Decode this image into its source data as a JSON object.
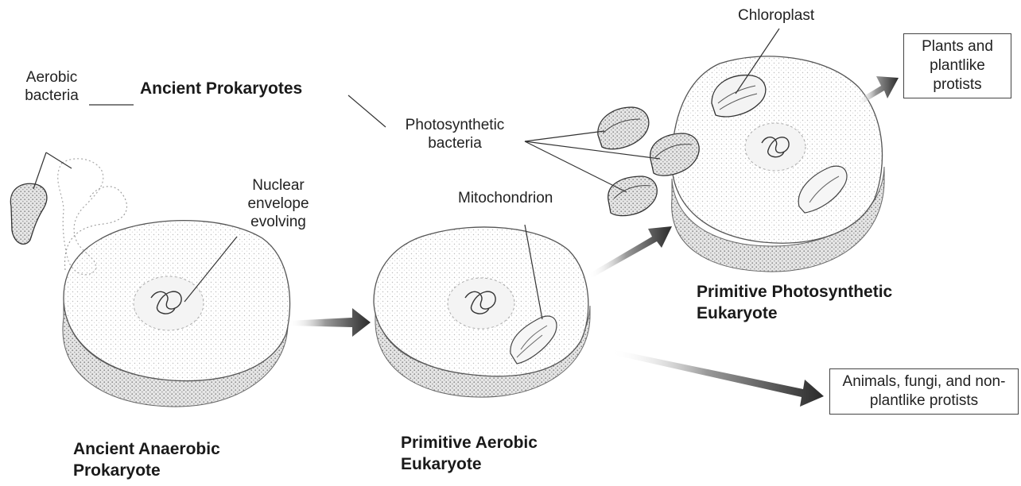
{
  "labels": {
    "aerobic_bacteria": "Aerobic bacteria",
    "ancient_prokaryotes": "Ancient Prokaryotes",
    "photosynthetic_bacteria": "Photosynthetic bacteria",
    "nuclear_envelope": "Nuclear envelope evolving",
    "mitochondrion": "Mitochondrion",
    "chloroplast": "Chloroplast",
    "ancient_anaerobic_prokaryote": "Ancient Anaerobic Prokaryote",
    "primitive_aerobic_eukaryote": "Primitive Aerobic Eukaryote",
    "primitive_photosynthetic_eukaryote": "Primitive Photosynthetic Eukaryote"
  },
  "boxes": {
    "plants": "Plants and plantlike protists",
    "animals": "Animals, fungi, and non-plantlike protists"
  }
}
